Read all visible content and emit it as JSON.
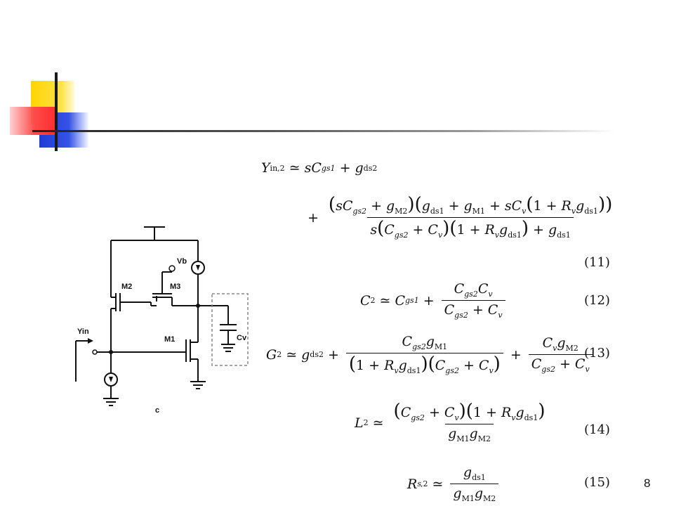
{
  "slide": {
    "page_number": "8"
  },
  "circuit": {
    "labels": {
      "vb": "Vb",
      "m2": "M2",
      "m3": "M3",
      "m1": "M1",
      "yin": "Yin",
      "cv": "Cv",
      "caption": "c"
    }
  },
  "equations": [
    {
      "number": "(11)"
    },
    {
      "number": "(12)"
    },
    {
      "number": "(13)"
    },
    {
      "number": "(14)"
    },
    {
      "number": "(15)"
    }
  ],
  "colors": {
    "yellow": "#ffd400",
    "blue": "#1f3dd6",
    "red": "#ff3030"
  }
}
